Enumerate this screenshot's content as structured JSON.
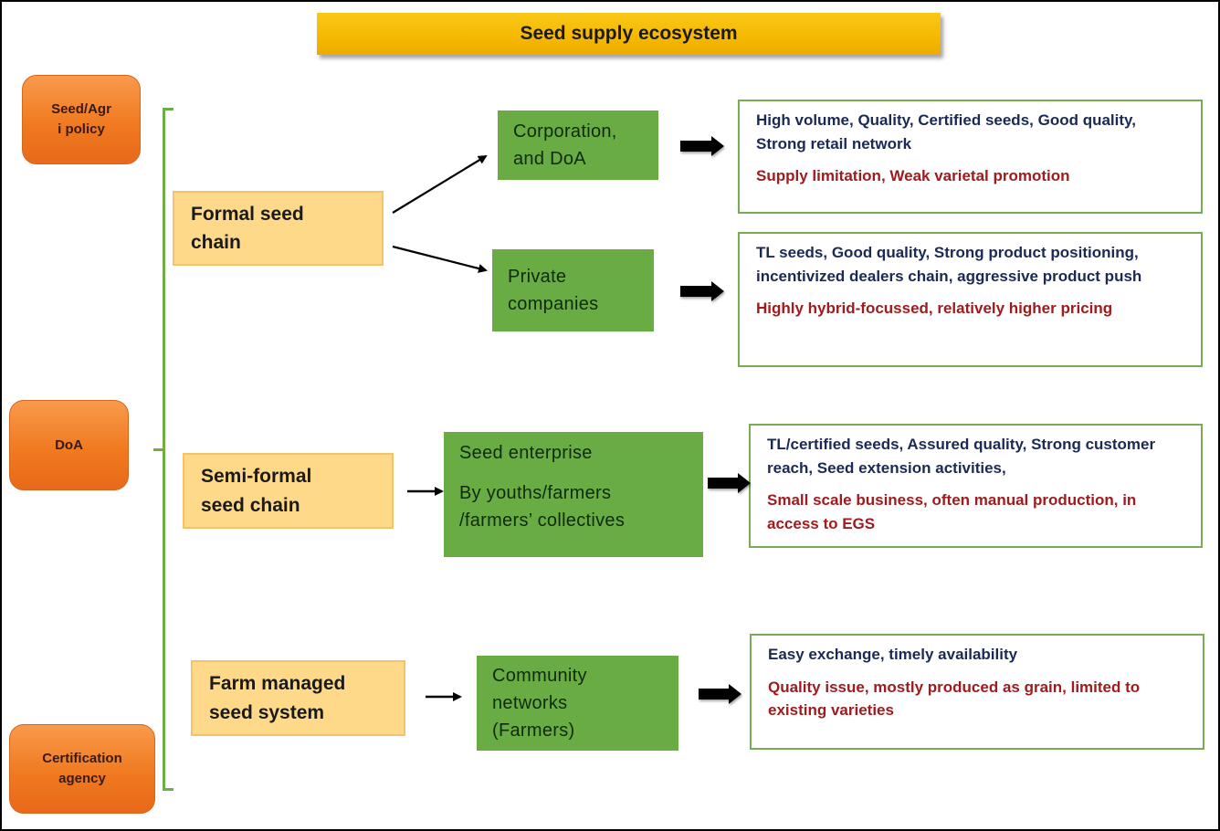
{
  "title": "Seed supply ecosystem",
  "actors": [
    {
      "label": "Seed/Agr\ni policy"
    },
    {
      "label": "DoA"
    },
    {
      "label": "Certification\nagency"
    }
  ],
  "chains": [
    {
      "label": "Formal seed\nchain",
      "channels": [
        {
          "label": "Corporation,\nand DoA",
          "strengths": "High volume, Quality, Certified seeds, Good quality, Strong retail network",
          "weaknesses": "Supply limitation, Weak varietal promotion"
        },
        {
          "label": "Private\ncompanies",
          "strengths": "TL seeds, Good quality, Strong product positioning, incentivized dealers chain, aggressive product push",
          "weaknesses": "Highly hybrid-focussed, relatively higher pricing"
        }
      ]
    },
    {
      "label": "Semi-formal\nseed chain",
      "channels": [
        {
          "label": "Seed enterprise",
          "sublabel": "By youths/farmers\n/farmers’ collectives",
          "strengths": "TL/certified seeds, Assured quality, Strong customer reach, Seed extension activities,",
          "weaknesses": "Small scale business, often manual production, in access to EGS"
        }
      ]
    },
    {
      "label": "Farm managed\nseed system",
      "channels": [
        {
          "label": "Community\nnetworks\n(Farmers)",
          "strengths": "Easy exchange, timely availability",
          "weaknesses": "Quality issue, mostly produced as grain, limited to existing varieties"
        }
      ]
    }
  ],
  "colors": {
    "title_bg": "#f5b800",
    "actor_bg": "#f07a20",
    "chain_bg": "#ffd98a",
    "channel_bg": "#6aac44",
    "bracket": "#70ad47",
    "strength_text": "#1a2a55",
    "weakness_text": "#a01b1e"
  }
}
